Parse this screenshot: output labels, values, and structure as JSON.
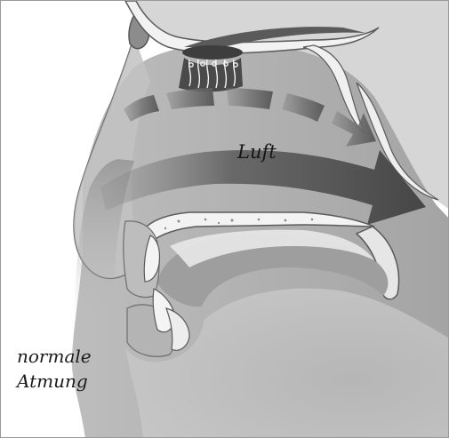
{
  "labels": {
    "air": "Luft",
    "caption_line1": "normale",
    "caption_line2": "Atmung"
  }
}
